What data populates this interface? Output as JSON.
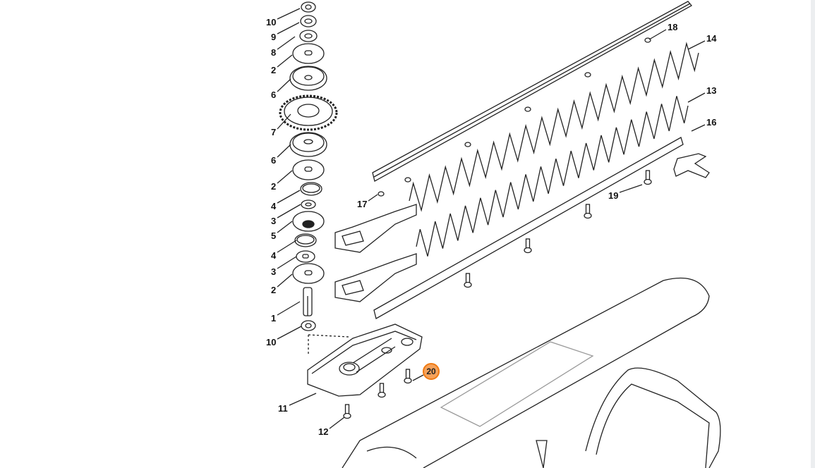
{
  "diagram": {
    "part_labels": [
      "10",
      "9",
      "8",
      "2",
      "6",
      "7",
      "6",
      "2",
      "4",
      "3",
      "5",
      "4",
      "3",
      "2",
      "1",
      "10",
      "11",
      "12",
      "17",
      "19",
      "18",
      "14",
      "13",
      "16"
    ],
    "highlighted_part": "20",
    "highlight_color": "#f07a12"
  }
}
